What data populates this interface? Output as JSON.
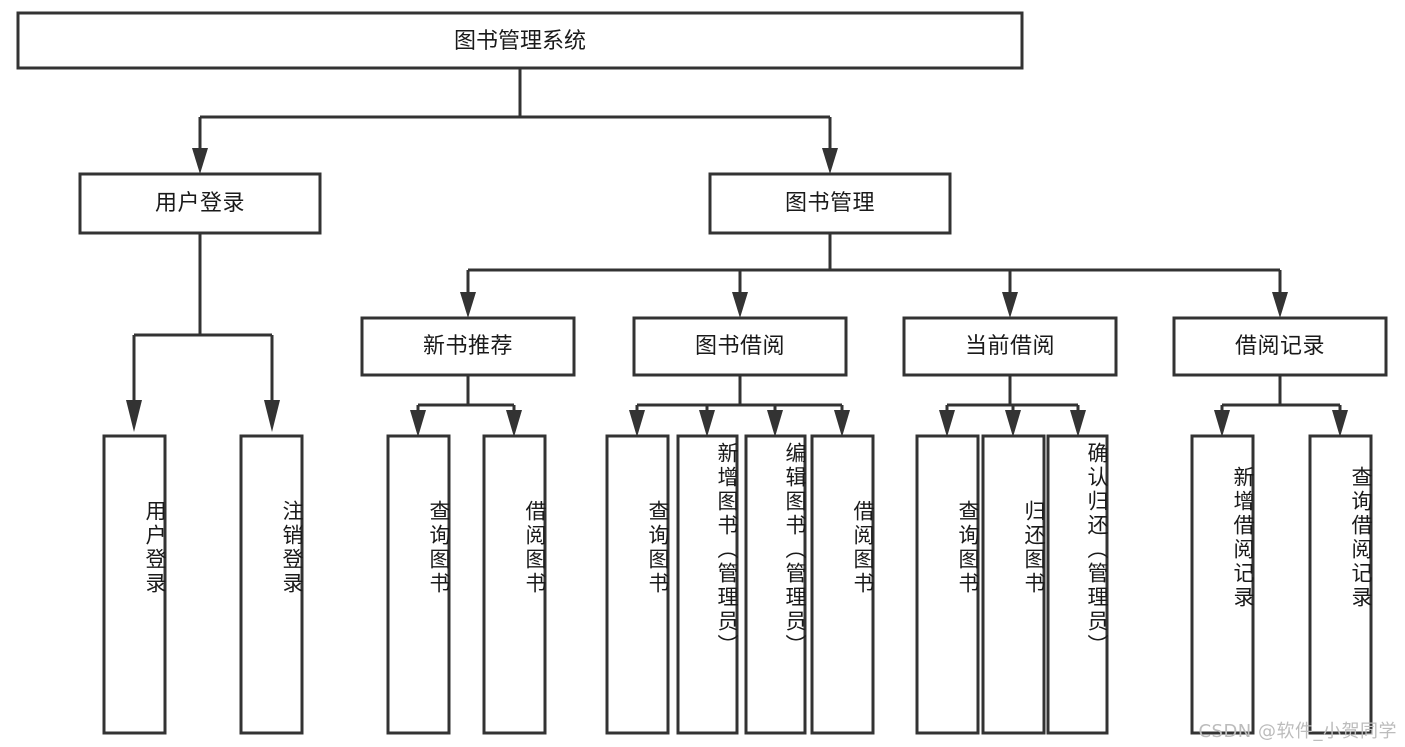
{
  "diagram": {
    "type": "hierarchy-tree",
    "title": "图书管理系统",
    "levels": 4,
    "root": {
      "id": "root",
      "label": "图书管理系统",
      "orientation": "horizontal"
    },
    "level2": [
      {
        "id": "user-login",
        "label": "用户登录",
        "orientation": "horizontal"
      },
      {
        "id": "book-management",
        "label": "图书管理",
        "orientation": "horizontal"
      }
    ],
    "level3": [
      {
        "id": "new-book-recommend",
        "label": "新书推荐",
        "orientation": "horizontal",
        "parent": "book-management"
      },
      {
        "id": "book-borrow",
        "label": "图书借阅",
        "orientation": "horizontal",
        "parent": "book-management"
      },
      {
        "id": "current-borrow",
        "label": "当前借阅",
        "orientation": "horizontal",
        "parent": "book-management"
      },
      {
        "id": "borrow-record",
        "label": "借阅记录",
        "orientation": "horizontal",
        "parent": "book-management"
      }
    ],
    "leaves": {
      "user-login": [
        {
          "id": "leaf-user-login",
          "label": "用户登录",
          "orientation": "vertical"
        },
        {
          "id": "leaf-logout-login",
          "label": "注销登录",
          "orientation": "vertical"
        }
      ],
      "new-book-recommend": [
        {
          "id": "leaf-query-book-1",
          "label": "查询图书",
          "orientation": "vertical"
        },
        {
          "id": "leaf-borrow-book-1",
          "label": "借阅图书",
          "orientation": "vertical"
        }
      ],
      "book-borrow": [
        {
          "id": "leaf-query-book-2",
          "label": "查询图书",
          "orientation": "vertical"
        },
        {
          "id": "leaf-add-book-admin",
          "label": "新增图书（管理员）",
          "orientation": "vertical"
        },
        {
          "id": "leaf-edit-book-admin",
          "label": "编辑图书（管理员）",
          "orientation": "vertical"
        },
        {
          "id": "leaf-borrow-book-2",
          "label": "借阅图书",
          "orientation": "vertical"
        }
      ],
      "current-borrow": [
        {
          "id": "leaf-query-book-3",
          "label": "查询图书",
          "orientation": "vertical"
        },
        {
          "id": "leaf-return-book",
          "label": "归还图书",
          "orientation": "vertical"
        },
        {
          "id": "leaf-confirm-return-admin",
          "label": "确认归还（管理员）",
          "orientation": "vertical"
        }
      ],
      "borrow-record": [
        {
          "id": "leaf-add-borrow-record",
          "label": "新增借阅记录",
          "orientation": "vertical"
        },
        {
          "id": "leaf-query-borrow-record",
          "label": "查询借阅记录",
          "orientation": "vertical"
        }
      ]
    },
    "colors": {
      "stroke": "#333333",
      "fill": "#ffffff",
      "text": "#1a1a1a",
      "background": "#ffffff",
      "watermark": "#bcbcbc"
    }
  },
  "watermark": {
    "text": "CSDN @软件_小贺同学"
  }
}
